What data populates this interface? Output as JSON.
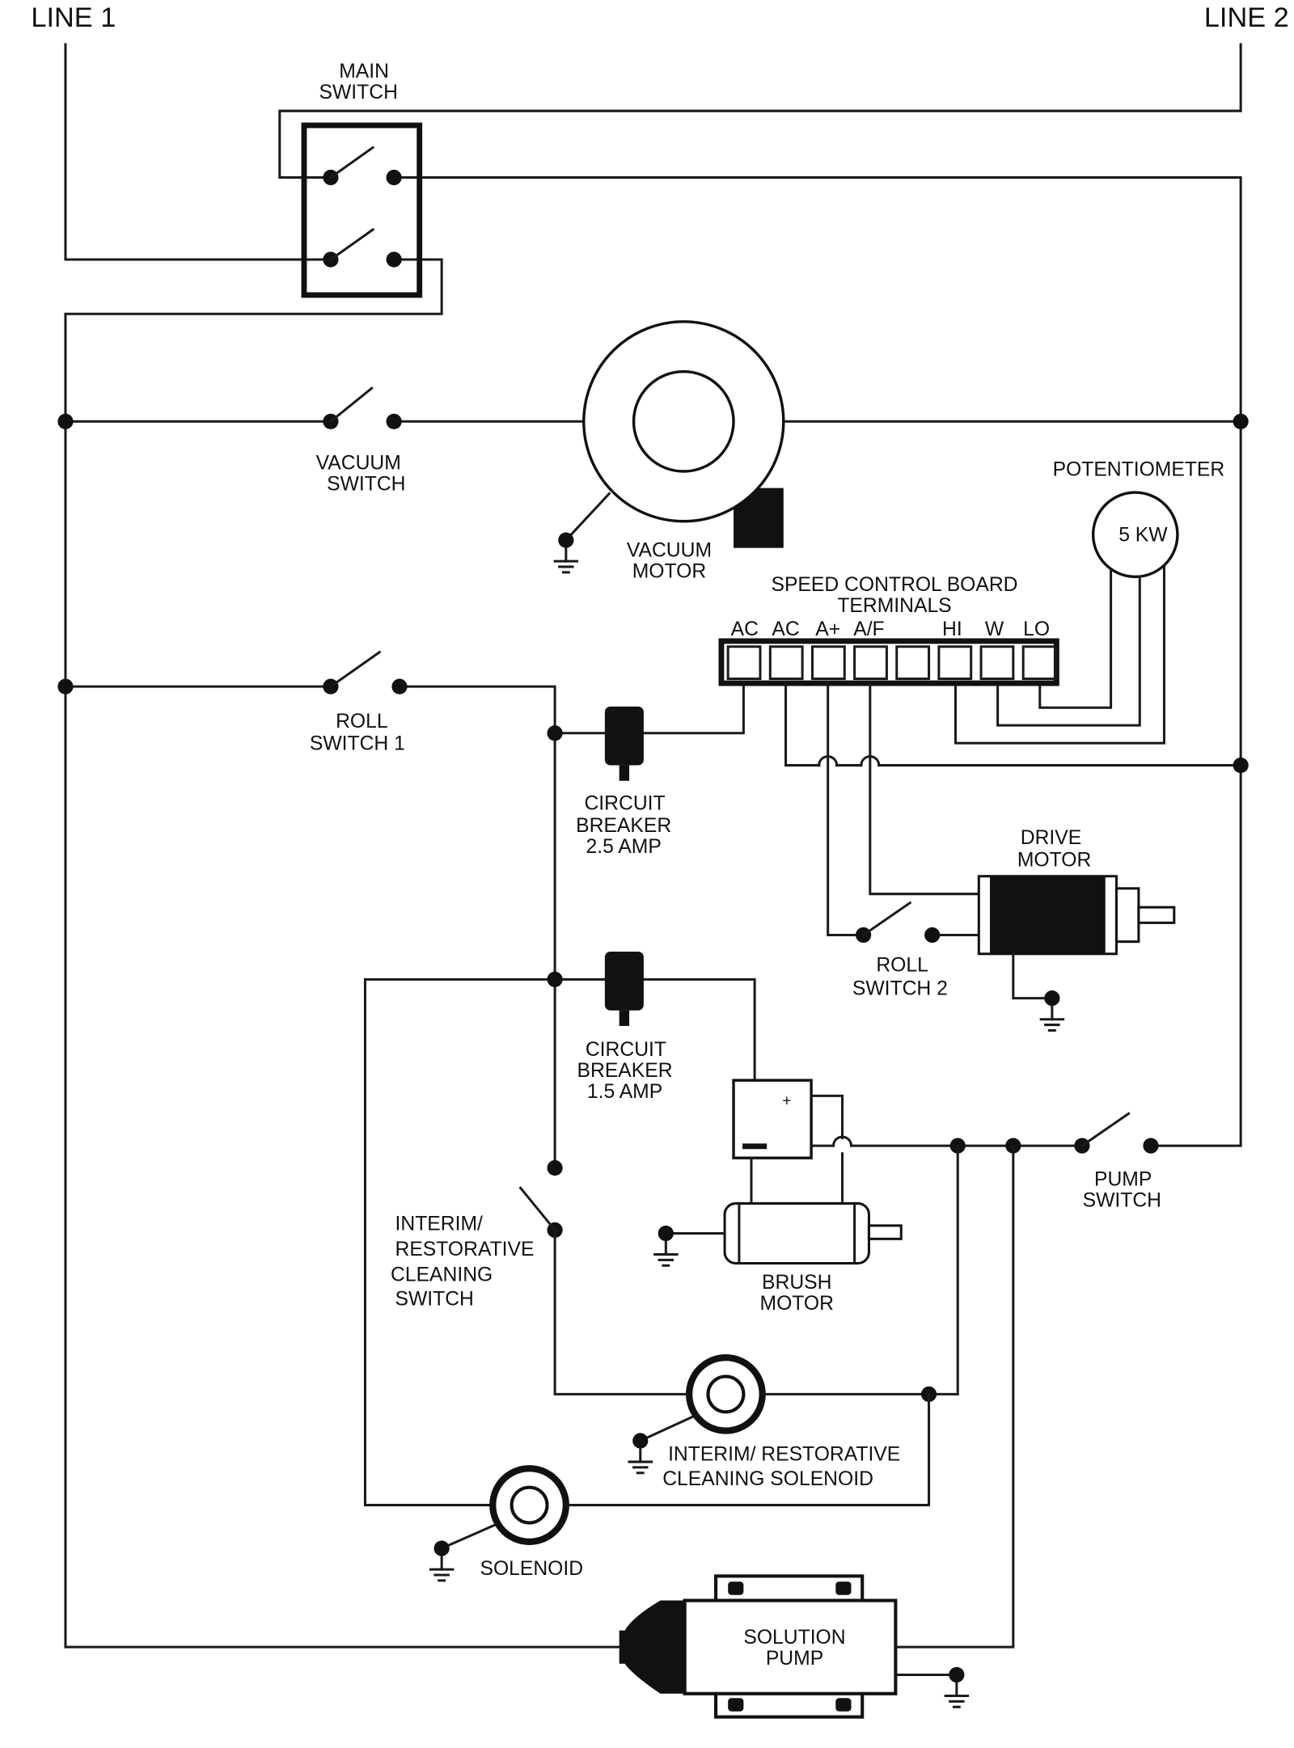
{
  "labels": {
    "line1": "LINE 1",
    "line2": "LINE 2",
    "main_switch": [
      "MAIN",
      "SWITCH"
    ],
    "vacuum_switch": [
      "VACUUM",
      "SWITCH"
    ],
    "vacuum_motor": [
      "VACUUM",
      "MOTOR"
    ],
    "potentiometer": "POTENTIOMETER",
    "pot_value": "5 KW",
    "speed_control_board": [
      "SPEED CONTROL BOARD",
      "TERMINALS"
    ],
    "terminals": [
      "AC",
      "AC",
      "A+",
      "A/F",
      "HI",
      "W",
      "LO"
    ],
    "roll_switch_1": [
      "ROLL",
      "SWITCH 1"
    ],
    "circuit_breaker_25": [
      "CIRCUIT",
      "BREAKER",
      "2.5 AMP"
    ],
    "drive_motor": [
      "DRIVE",
      "MOTOR"
    ],
    "roll_switch_2": [
      "ROLL",
      "SWITCH 2"
    ],
    "circuit_breaker_15": [
      "CIRCUIT",
      "BREAKER",
      "1.5 AMP"
    ],
    "plus": "+",
    "pump_switch": [
      "PUMP",
      "SWITCH"
    ],
    "interim_switch": [
      "INTERIM/",
      "RESTORATIVE",
      "CLEANING",
      "SWITCH"
    ],
    "brush_motor": [
      "BRUSH",
      "MOTOR"
    ],
    "interim_solenoid": [
      "INTERIM/ RESTORATIVE",
      "CLEANING SOLENOID"
    ],
    "solenoid": "SOLENOID",
    "solution_pump": [
      "SOLUTION",
      "PUMP"
    ]
  }
}
